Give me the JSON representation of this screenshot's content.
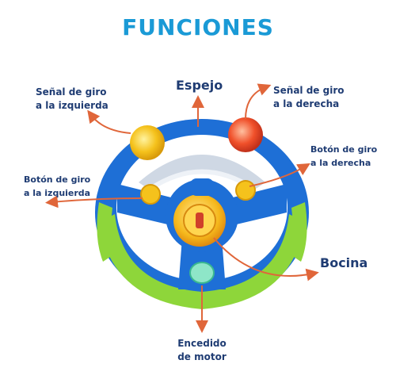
{
  "title": "FUNCIONES",
  "labels": {
    "left_turn_signal": [
      "Señal de giro",
      "a la izquierda"
    ],
    "mirror": "Espejo",
    "right_turn_signal": [
      "Señal de giro",
      "a la derecha"
    ],
    "right_button": [
      "Botón de giro",
      "a la derecha"
    ],
    "left_button": [
      "Botón de giro",
      "a la izquierda"
    ],
    "horn": "Bocina",
    "engine_start": [
      "Encedido",
      "de motor"
    ]
  },
  "colors": {
    "title": "#1a9ad6",
    "label_text": "#1f3c73",
    "arrow": "#e0663a",
    "wheel_blue": "#1e6fd6",
    "wheel_green": "#8ed63a",
    "light_yellow": "#f5c21c",
    "light_red": "#f0502a"
  }
}
